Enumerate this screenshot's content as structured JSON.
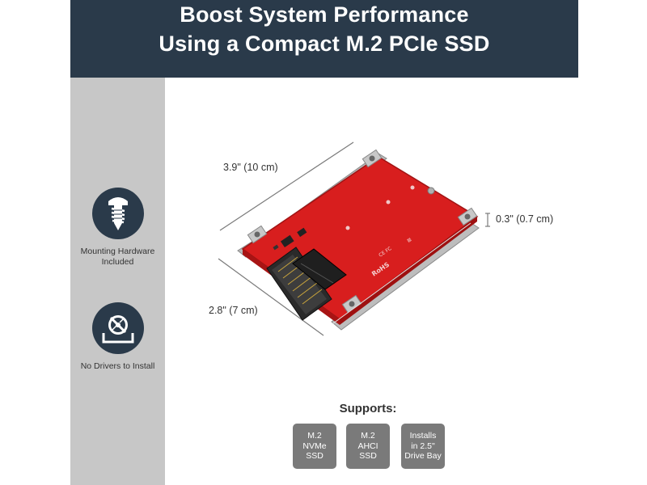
{
  "header": {
    "line1": "Boost System Performance",
    "line2": "Using a Compact M.2 PCIe SSD"
  },
  "features": [
    {
      "icon": "screw-icon",
      "label": "Mounting Hardware Included"
    },
    {
      "icon": "no-drivers-icon",
      "label": "No Drivers to Install"
    }
  ],
  "dimensions": {
    "length": "3.9\" (10 cm)",
    "width": "2.8\" (7 cm)",
    "height": "0.3\" (0.7 cm)"
  },
  "supports": {
    "title": "Supports:",
    "items": [
      "M.2\nNVMe\nSSD",
      "M.2\nAHCI\nSSD",
      "Installs\nin 2.5\"\nDrive Bay"
    ]
  },
  "colors": {
    "header_bg": "#2a3a4a",
    "sidebar_bg": "#c7c7c7",
    "pcb_red": "#d81e1e",
    "chip_bg": "#7a7a7a"
  }
}
